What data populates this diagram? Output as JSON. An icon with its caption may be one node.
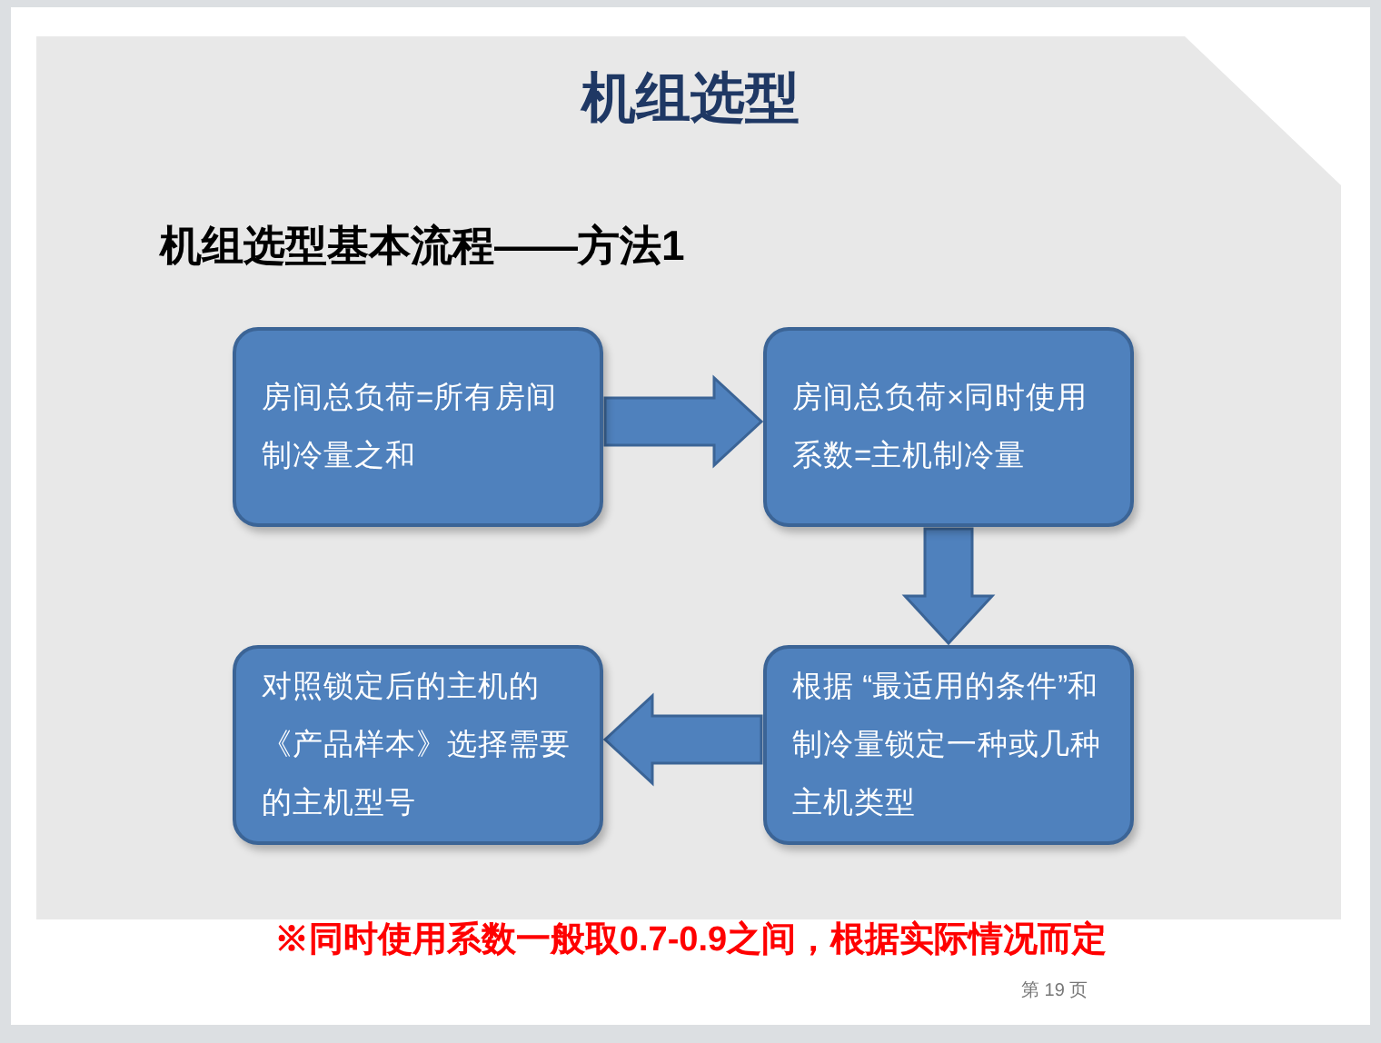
{
  "diagram": {
    "title": "机组选型",
    "nodes": [
      {
        "text": [
          "房间总负荷=所有房间制冷量之和"
        ]
      },
      {
        "text": [
          "房间总负荷×同时使用系数=主机制冷量"
        ]
      },
      {
        "text": [
          "根据 “最适用的条件”和制冷量锁定一种或几种主机类型"
        ]
      },
      {
        "text": [
          "对照锁定后的主机的《产品样本》选择需要的主机型号"
        ]
      }
    ],
    "edges": [
      {
        "from": 0,
        "to": 1,
        "arrow": "to",
        "style": "thick"
      },
      {
        "from": 1,
        "to": 2,
        "arrow": "to",
        "style": "thick"
      },
      {
        "from": 2,
        "to": 3,
        "arrow": "to",
        "style": "thick"
      }
    ],
    "labels": [
      "机组选型基本流程——方法1",
      "※同时使用系数一般取0.7-0.9之间，根据实际情况而定",
      "第 19 页"
    ]
  }
}
